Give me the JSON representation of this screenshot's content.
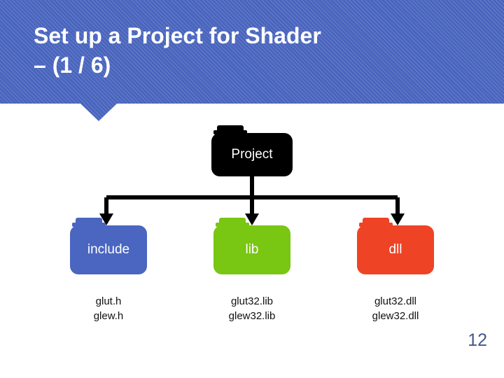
{
  "slide": {
    "title": "Set up a Project for Shader\n– (1 / 6)",
    "page_number": "12",
    "colors": {
      "banner_blue": "#4a66c0",
      "folder_black": "#000000",
      "folder_blue": "#4a66c0",
      "folder_green": "#79c613",
      "folder_red": "#ee4324",
      "page_number_blue": "#44568f",
      "caption_text": "#111111",
      "background": "#ffffff"
    }
  },
  "diagram": {
    "root": {
      "label": "Project",
      "icon": "folder-icon",
      "color": "#000000"
    },
    "children": [
      {
        "label": "include",
        "icon": "folder-icon",
        "color": "#4a66c0",
        "caption": "glut.h\nglew.h",
        "files": [
          "glut.h",
          "glew.h"
        ]
      },
      {
        "label": "lib",
        "icon": "folder-icon",
        "color": "#79c613",
        "caption": "glut32.lib\nglew32.lib",
        "files": [
          "glut32.lib",
          "glew32.lib"
        ]
      },
      {
        "label": "dll",
        "icon": "folder-icon",
        "color": "#ee4324",
        "caption": "glut32.dll\nglew32.dll",
        "files": [
          "glut32.dll",
          "glew32.dll"
        ]
      }
    ]
  }
}
